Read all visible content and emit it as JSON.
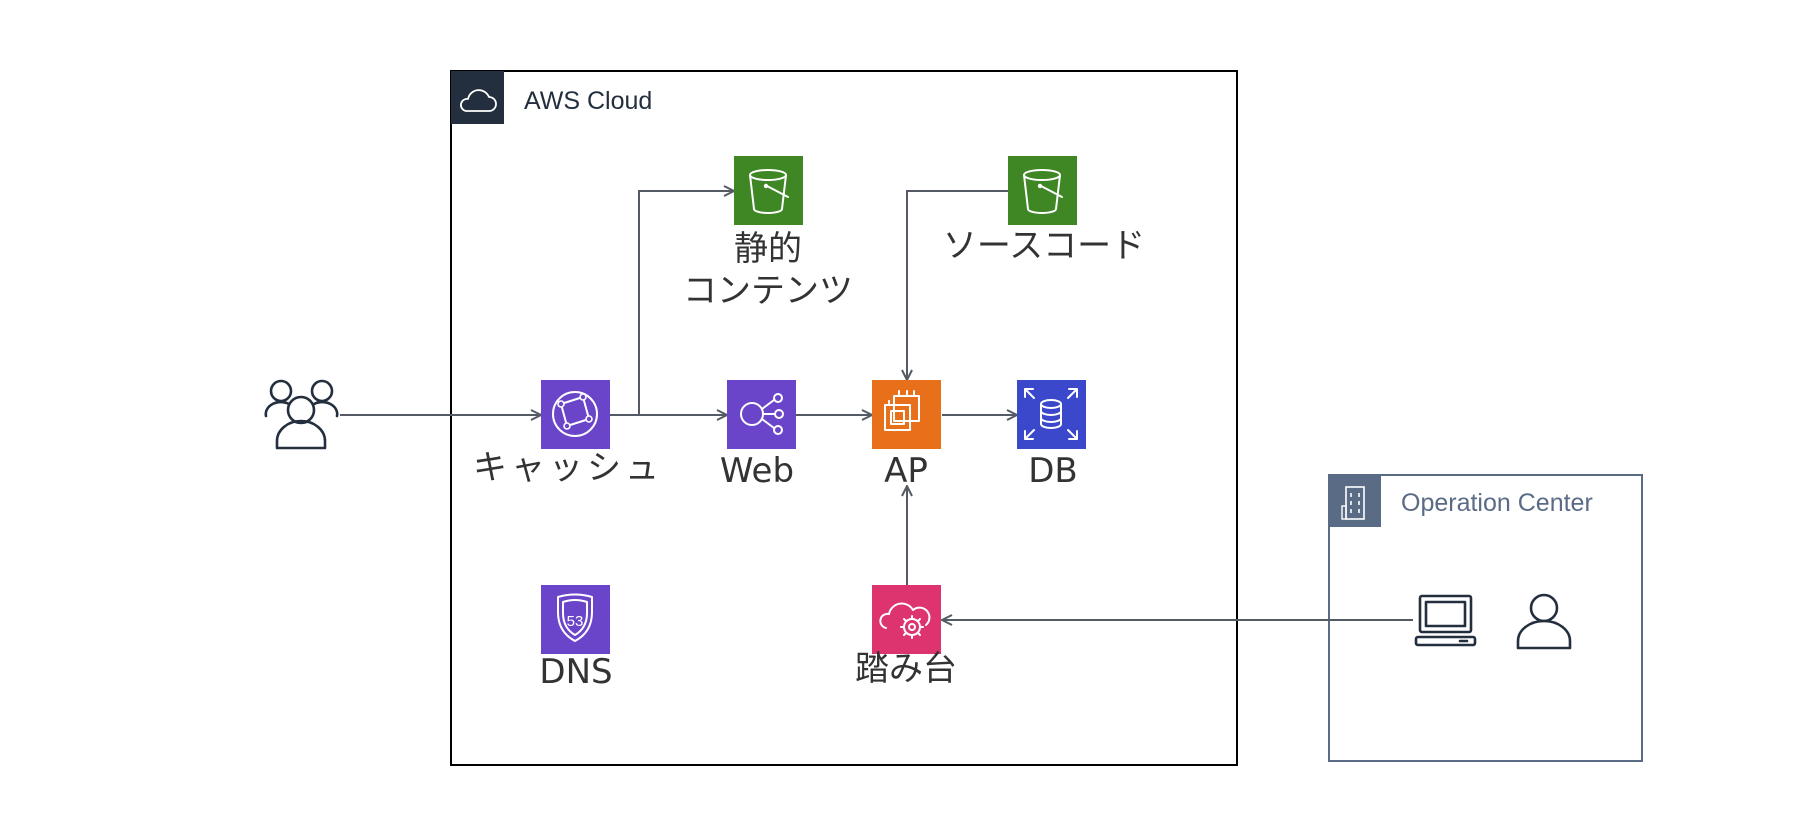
{
  "aws_group": {
    "title": "AWS Cloud",
    "icon": "cloud-icon",
    "color": "#232f3e"
  },
  "operation_group": {
    "title": "Operation Center",
    "icon": "building-icon",
    "color": "#5a6b86"
  },
  "nodes": {
    "users": {
      "icon": "users-icon"
    },
    "cache": {
      "label": "キャッシュ",
      "icon": "cloudfront-icon",
      "color": "#6b45c9"
    },
    "web": {
      "label": "Web",
      "icon": "load-balancer-icon",
      "color": "#6b45c9"
    },
    "ap": {
      "label": "AP",
      "icon": "ec2-icon",
      "color": "#e8701a"
    },
    "db": {
      "label": "DB",
      "icon": "rds-icon",
      "color": "#3b48cc"
    },
    "static": {
      "label_line1": "静的",
      "label_line2": "コンテンツ",
      "icon": "s3-bucket-icon",
      "color": "#3f8624"
    },
    "source": {
      "label": "ソースコード",
      "icon": "s3-bucket-icon",
      "color": "#3f8624"
    },
    "dns": {
      "label": "DNS",
      "shield_text": "53",
      "icon": "route53-icon",
      "color": "#6b45c9"
    },
    "bastion": {
      "label": "踏み台",
      "icon": "cloud-gear-icon",
      "color": "#dd3470"
    },
    "laptop": {
      "icon": "laptop-icon"
    },
    "operator": {
      "icon": "user-icon"
    }
  },
  "connections": [
    {
      "from": "users",
      "to": "cache"
    },
    {
      "from": "cache",
      "to": "static"
    },
    {
      "from": "cache",
      "to": "web"
    },
    {
      "from": "web",
      "to": "ap"
    },
    {
      "from": "source",
      "to": "ap"
    },
    {
      "from": "ap",
      "to": "db"
    },
    {
      "from": "bastion",
      "to": "ap"
    },
    {
      "from": "laptop",
      "to": "bastion"
    }
  ]
}
